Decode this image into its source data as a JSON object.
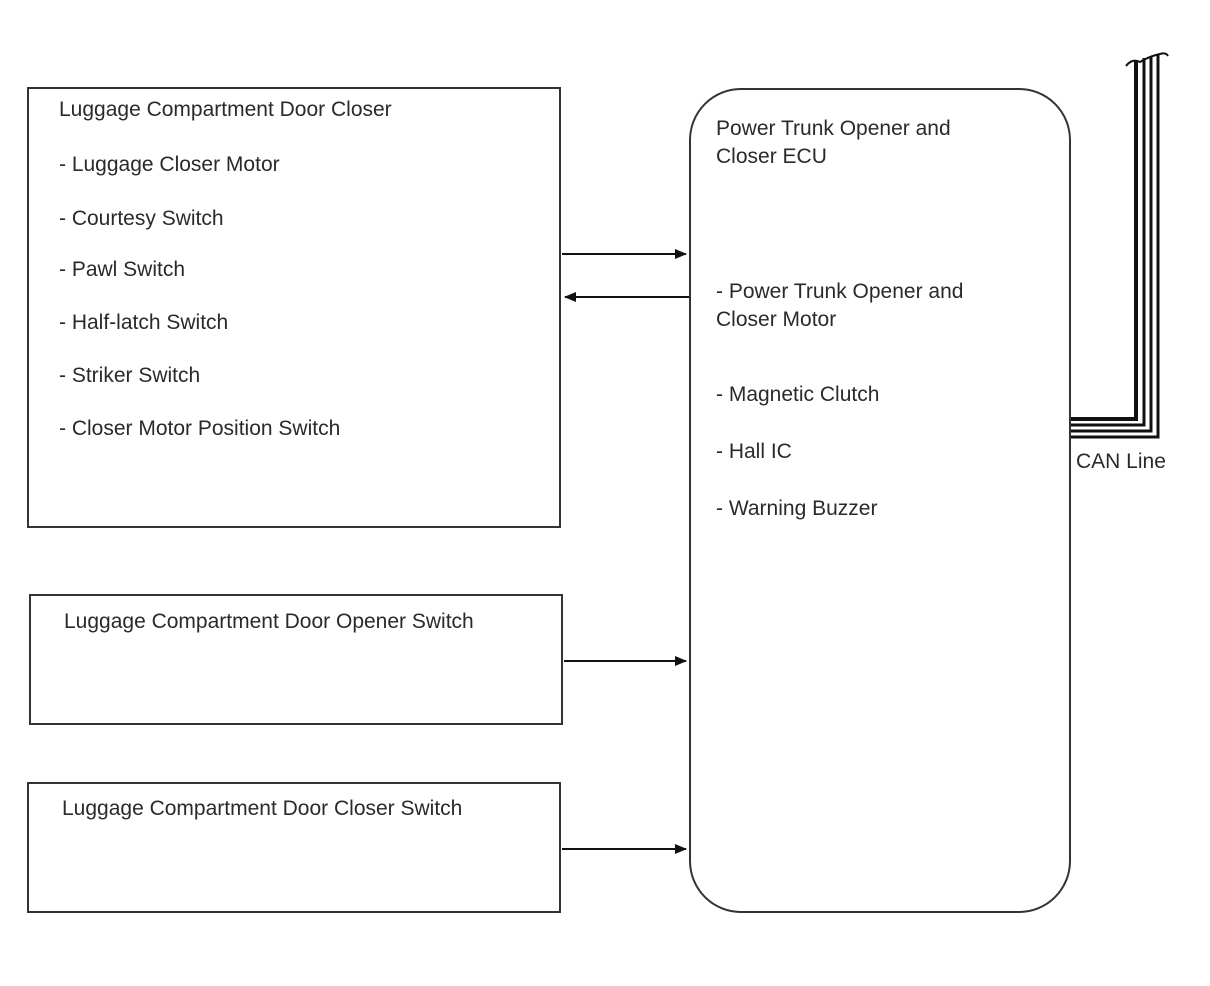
{
  "door_closer": {
    "title": "Luggage Compartment Door Closer",
    "items": [
      "- Luggage Closer Motor",
      "- Courtesy Switch",
      "- Pawl Switch",
      "- Half-latch Switch",
      "- Striker Switch",
      "- Closer Motor Position Switch"
    ]
  },
  "opener_switch": {
    "title": "Luggage Compartment Door Opener Switch"
  },
  "closer_switch": {
    "title": "Luggage Compartment Door Closer Switch"
  },
  "ecu": {
    "title": "Power Trunk Opener and Closer ECU",
    "items": [
      "- Power Trunk Opener and Closer Motor",
      "- Magnetic Clutch",
      "- Hall IC",
      "- Warning Buzzer"
    ]
  },
  "can_line": {
    "label": "CAN Line"
  },
  "colors": {
    "line": "#111111",
    "border": "#333333",
    "text": "#2a2a2a"
  }
}
